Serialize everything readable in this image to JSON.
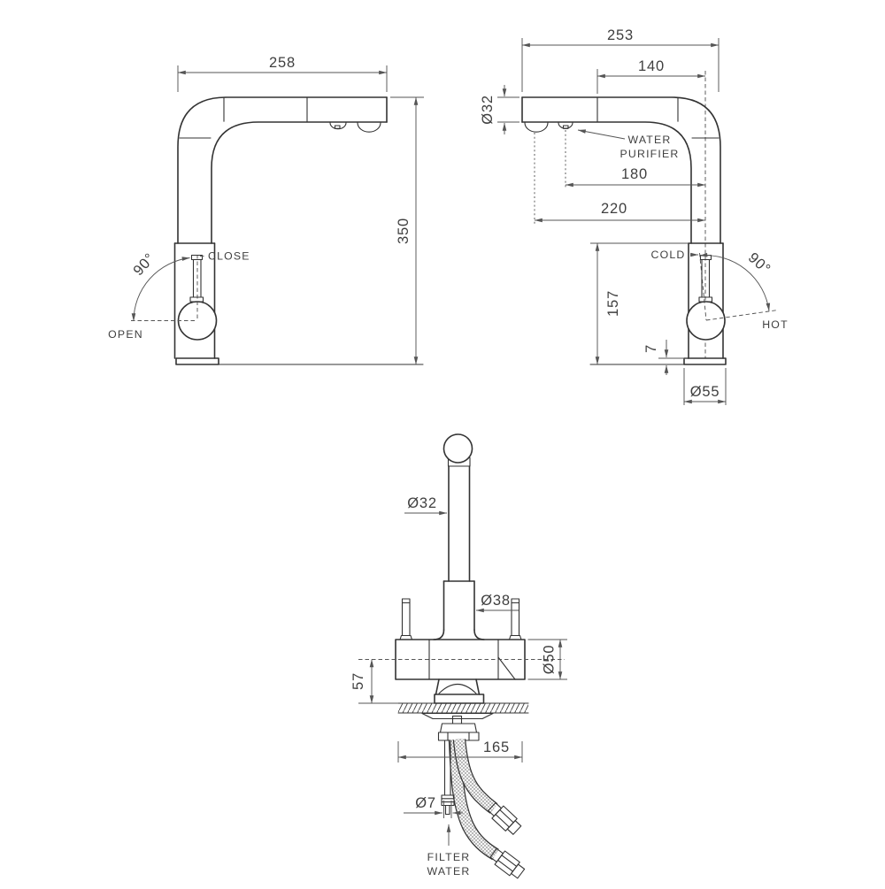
{
  "colors": {
    "line": "#333333",
    "dimension": "#555555",
    "background": "#ffffff"
  },
  "views": {
    "side_open_close": {
      "width_mm": "258",
      "height_mm": "350",
      "close_label": "CLOSE",
      "open_label": "OPEN",
      "rotation_label": "90°"
    },
    "side_purifier": {
      "width_mm": "253",
      "head_length_mm": "140",
      "spout_dia": "Ø32",
      "purifier_line1": "WATER",
      "purifier_line2": "PURIFIER",
      "purifier_outlet_mm": "180",
      "spray_outlet_mm": "220",
      "body_height_mm": "157",
      "base_height_mm": "7",
      "base_dia": "Ø55",
      "cold_label": "COLD",
      "hot_label": "HOT",
      "rotation_label": "90°"
    },
    "front": {
      "riser_dia": "Ø32",
      "lower_riser_dia": "Ø38",
      "body_dia": "Ø50",
      "deck_to_center_mm": "57",
      "footprint_mm": "165",
      "filter_pipe_dia": "Ø7",
      "filter_line1": "FILTER",
      "filter_line2": "WATER"
    }
  }
}
